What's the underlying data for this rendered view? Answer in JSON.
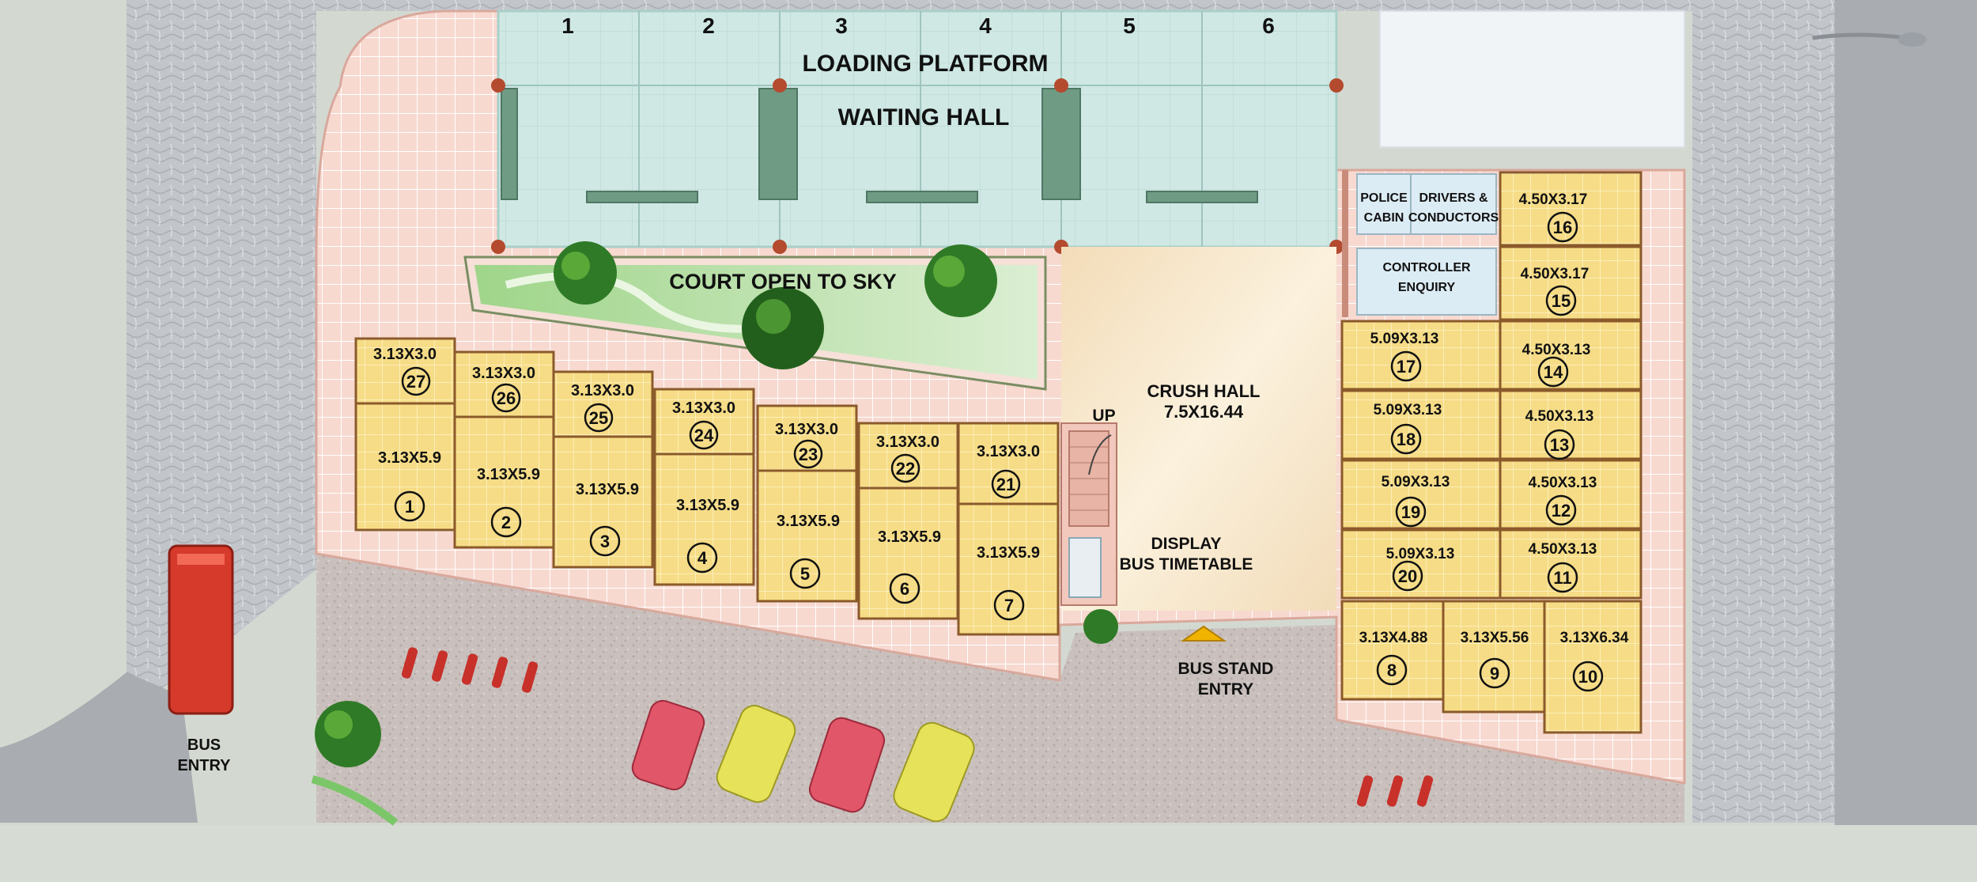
{
  "platform": {
    "bay_numbers": [
      "1",
      "2",
      "3",
      "4",
      "5",
      "6"
    ],
    "loading_label": "LOADING PLATFORM",
    "waiting_label": "WAITING HALL"
  },
  "court_label": "COURT OPEN TO SKY",
  "crush_hall": {
    "line1": "CRUSH HALL",
    "line2": "7.5X16.44"
  },
  "up_label": "UP",
  "display": {
    "line1": "DISPLAY",
    "line2": "BUS TIMETABLE"
  },
  "bus_stand_entry": {
    "line1": "BUS STAND",
    "line2": "ENTRY"
  },
  "bus_entry": {
    "line1": "BUS",
    "line2": "ENTRY"
  },
  "office": {
    "police": [
      "POLICE",
      "CABIN"
    ],
    "drivers": [
      "DRIVERS &",
      "CONDUCTORS"
    ],
    "controller": [
      "CONTROLLER",
      "ENQUIRY"
    ]
  },
  "shops_top_row": [
    {
      "size": "3.13X3.0",
      "num": "27"
    },
    {
      "size": "3.13X3.0",
      "num": "26"
    },
    {
      "size": "3.13X3.0",
      "num": "25"
    },
    {
      "size": "3.13X3.0",
      "num": "24"
    },
    {
      "size": "3.13X3.0",
      "num": "23"
    },
    {
      "size": "3.13X3.0",
      "num": "22"
    },
    {
      "size": "3.13X3.0",
      "num": "21"
    }
  ],
  "shops_bottom_row": [
    {
      "size": "3.13X5.9",
      "num": "1"
    },
    {
      "size": "3.13X5.9",
      "num": "2"
    },
    {
      "size": "3.13X5.9",
      "num": "3"
    },
    {
      "size": "3.13X5.9",
      "num": "4"
    },
    {
      "size": "3.13X5.9",
      "num": "5"
    },
    {
      "size": "3.13X5.9",
      "num": "6"
    },
    {
      "size": "3.13X5.9",
      "num": "7"
    }
  ],
  "shops_right_left_col": [
    {
      "size": "5.09X3.13",
      "num": "17"
    },
    {
      "size": "5.09X3.13",
      "num": "18"
    },
    {
      "size": "5.09X3.13",
      "num": "19"
    },
    {
      "size": "5.09X3.13",
      "num": "20"
    }
  ],
  "shops_right_right_col": [
    {
      "size": "4.50X3.17",
      "num": "16"
    },
    {
      "size": "4.50X3.17",
      "num": "15"
    },
    {
      "size": "4.50X3.13",
      "num": "14"
    },
    {
      "size": "4.50X3.13",
      "num": "13"
    },
    {
      "size": "4.50X3.13",
      "num": "12"
    },
    {
      "size": "4.50X3.13",
      "num": "11"
    }
  ],
  "shops_bottom_right": [
    {
      "size": "3.13X4.88",
      "num": "8"
    },
    {
      "size": "3.13X5.56",
      "num": "9"
    },
    {
      "size": "3.13X6.34",
      "num": "10"
    }
  ],
  "colors": {
    "platform": "#cfe7e2",
    "paving": "#f6d6cf",
    "shop": "#f5d97a",
    "crush_hall": "#f7e6c4",
    "road": "#c9bfbb",
    "stone": "#c3c7cc"
  }
}
